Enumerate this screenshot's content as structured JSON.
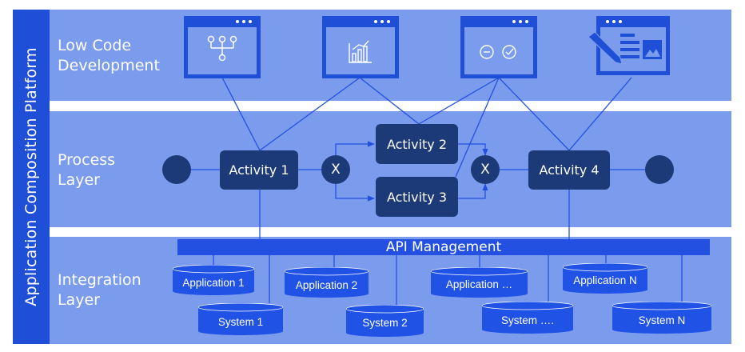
{
  "platform_title": "Application Composition Platform",
  "layers": {
    "low_code": "Low Code\nDevelopment",
    "process": "Process\nLayer",
    "integration": "Integration\nLayer"
  },
  "low_code_icons": [
    "flow-chart-icon",
    "bar-chart-icon",
    "approve-reject-icon",
    "form-design-icon"
  ],
  "process": {
    "activities": [
      "Activity 1",
      "Activity 2",
      "Activity 3",
      "Activity 4"
    ],
    "gateway_label": "X"
  },
  "integration": {
    "api_label": "API Management",
    "applications": [
      "Application 1",
      "Application 2",
      "Application …",
      "Application N"
    ],
    "systems": [
      "System 1",
      "System 2",
      "System ….",
      "System N"
    ]
  },
  "colors": {
    "band": "#7b9bec",
    "title_bar": "#1f4fd6",
    "node": "#1d3a78",
    "icon": "#1f4fd6",
    "api": "#2350e0",
    "cylinder": "#2152e6",
    "line": "#2350e0"
  }
}
